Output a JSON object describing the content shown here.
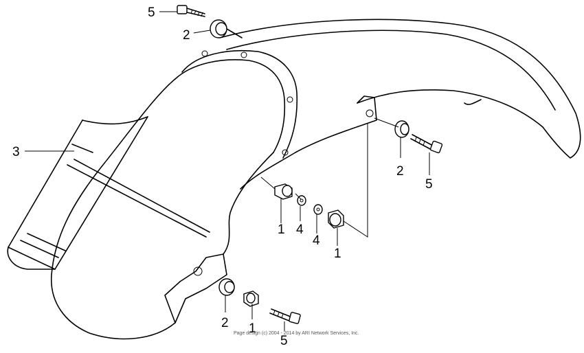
{
  "diagram": {
    "callouts": [
      {
        "id": "c5-top",
        "label": "5"
      },
      {
        "id": "c2-top",
        "label": "2"
      },
      {
        "id": "c3-left",
        "label": "3"
      },
      {
        "id": "c2-right",
        "label": "2"
      },
      {
        "id": "c5-right",
        "label": "5"
      },
      {
        "id": "c1-mid",
        "label": "1"
      },
      {
        "id": "c4-mid",
        "label": "4"
      },
      {
        "id": "c4-right",
        "label": "4"
      },
      {
        "id": "c1-right",
        "label": "1"
      },
      {
        "id": "c2-bottom",
        "label": "2"
      },
      {
        "id": "c1-bottom",
        "label": "1"
      },
      {
        "id": "c5-bottom",
        "label": "5"
      }
    ],
    "footer_text": "Page design (c) 2004 - 2014 by ARI Network Services, Inc."
  }
}
